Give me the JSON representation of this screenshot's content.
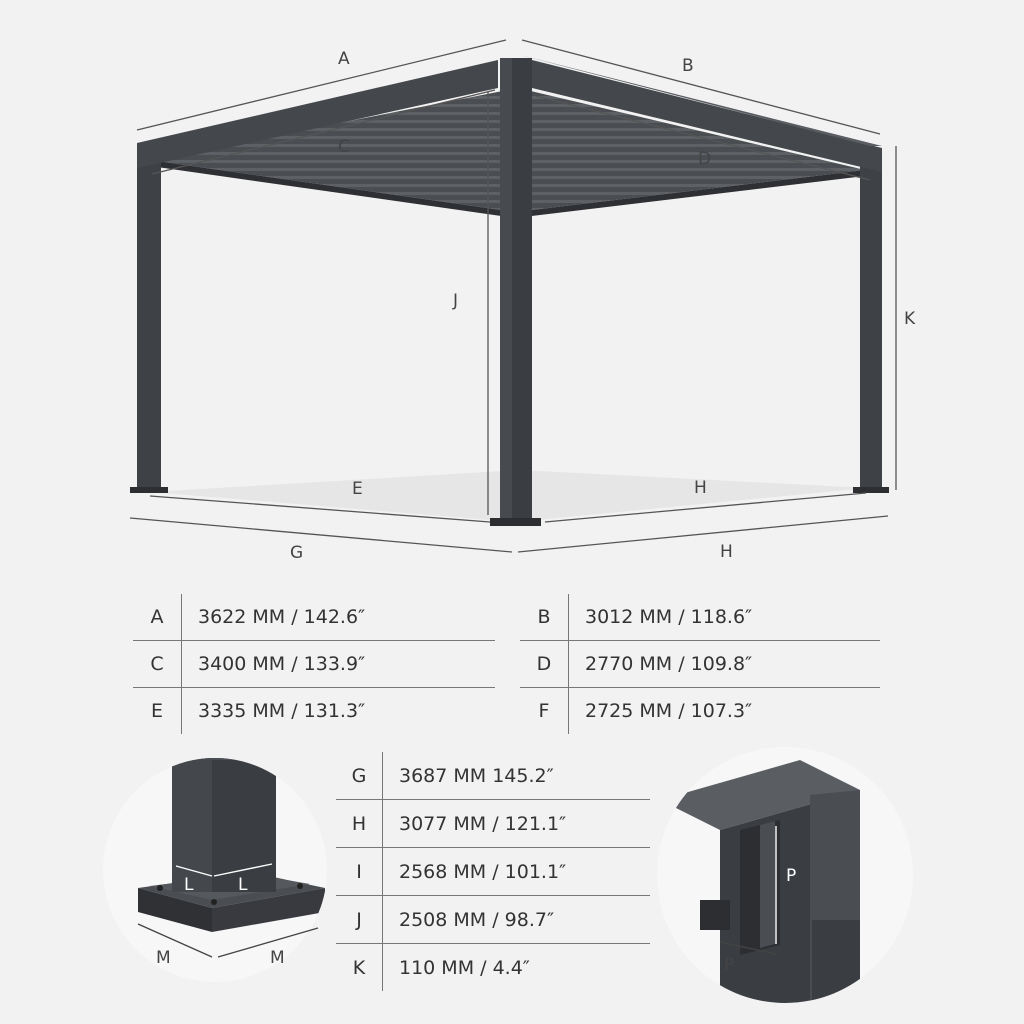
{
  "labels": {
    "A": "A",
    "B": "B",
    "C": "C",
    "D": "D",
    "E": "E",
    "G": "G",
    "H": "H",
    "J": "J",
    "K": "K",
    "L": "L",
    "M": "M",
    "P": "P"
  },
  "table_left": [
    {
      "key": "A",
      "value": "3622 MM / 142.6″"
    },
    {
      "key": "C",
      "value": "3400 MM / 133.9″"
    },
    {
      "key": "E",
      "value": "3335 MM / 131.3″"
    }
  ],
  "table_right": [
    {
      "key": "B",
      "value": "3012 MM / 118.6″"
    },
    {
      "key": "D",
      "value": "2770 MM / 109.8″"
    },
    {
      "key": "F",
      "value": "2725 MM / 107.3″"
    }
  ],
  "table_mid": [
    {
      "key": "G",
      "value": "3687 MM 145.2″"
    },
    {
      "key": "H",
      "value": "3077 MM / 121.1″"
    },
    {
      "key": "I",
      "value": "2568 MM / 101.1″"
    },
    {
      "key": "J",
      "value": "2508 MM / 98.7″"
    },
    {
      "key": "K",
      "value": "110 MM / 4.4″"
    }
  ],
  "colors": {
    "frame": "#3e4146",
    "frame_dark": "#2c2e32",
    "roof_slats": "#55585d",
    "line": "#555555"
  }
}
